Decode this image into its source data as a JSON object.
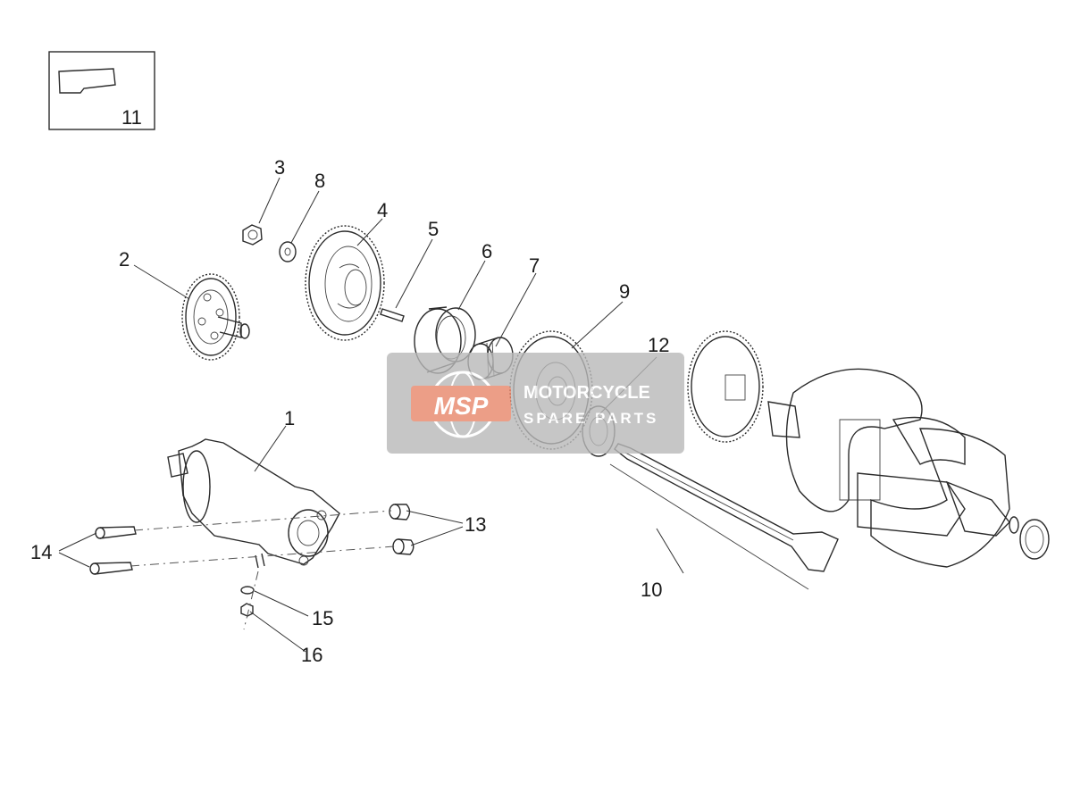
{
  "callouts": [
    "1",
    "2",
    "3",
    "4",
    "5",
    "6",
    "7",
    "8",
    "9",
    "10",
    "11",
    "12",
    "13",
    "14",
    "15",
    "16"
  ],
  "watermark": {
    "logo": "MSP",
    "line1": "MOTORCYCLE",
    "line2": "SPARE PARTS",
    "bg_color": "#b9b9b9",
    "accent_color": "#e8866a"
  }
}
